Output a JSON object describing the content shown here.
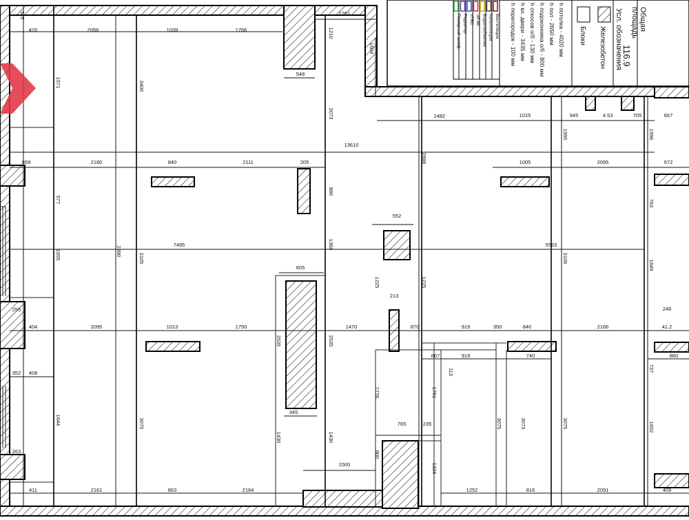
{
  "legend": {
    "area_header_1": "Общая",
    "area_header_2": "площадь",
    "area_value": "116.9",
    "symbols_header": "Усл. обозначения",
    "concrete_label": "Железобетон",
    "blocks_label": "Блоки",
    "notes": [
      "h потолка - 4020 мм",
      "h пол - 2650 мм",
      "h подоконника о/б - 800 мм",
      "h откосов о/б - 130 мм",
      "h вх. двери - 3435 мм",
      "h перегородок - 100 мм"
    ],
    "color_items": [
      {
        "label": "Вентиляция",
        "color": "#2a9d2a"
      },
      {
        "label": "Канализация",
        "color": "#6a2ca8"
      },
      {
        "label": "Водоснабжение",
        "color": "#1f4fd1"
      },
      {
        "label": "Эл-во",
        "color": "#d12a2a"
      },
      {
        "label": "УГВС",
        "color": "#c8a000"
      },
      {
        "label": "Радиатор",
        "color": "#444444"
      },
      {
        "label": "Пожарный шкаф",
        "color": "#b00000"
      }
    ]
  },
  "dimensions": [
    {
      "id": "d-345-top",
      "text": "345"
    },
    {
      "id": "d-420",
      "text": "420"
    },
    {
      "id": "d-2056",
      "text": "2056"
    },
    {
      "id": "d-1039",
      "text": "1039"
    },
    {
      "id": "d-1766",
      "text": "1766"
    },
    {
      "id": "d-1261",
      "text": "1261"
    },
    {
      "id": "d-548",
      "text": "548"
    },
    {
      "id": "d-1210",
      "text": "1210"
    },
    {
      "id": "d-1604",
      "text": "1604"
    },
    {
      "id": "d-3400",
      "text": "3400"
    },
    {
      "id": "d-1571",
      "text": "1571"
    },
    {
      "id": "d-2073",
      "text": "2073"
    },
    {
      "id": "d-2482",
      "text": "2482"
    },
    {
      "id": "d-1015",
      "text": "1015"
    },
    {
      "id": "d-945",
      "text": "945"
    },
    {
      "id": "d-453",
      "text": "4.53"
    },
    {
      "id": "d-705",
      "text": "705"
    },
    {
      "id": "d-667",
      "text": "667"
    },
    {
      "id": "d-13610",
      "text": "13610"
    },
    {
      "id": "d-1995",
      "text": "1995"
    },
    {
      "id": "d-1996",
      "text": "1996"
    },
    {
      "id": "d-659",
      "text": "659"
    },
    {
      "id": "d-2180",
      "text": "2180"
    },
    {
      "id": "d-840",
      "text": "840"
    },
    {
      "id": "d-2111",
      "text": "2111"
    },
    {
      "id": "d-205",
      "text": "205"
    },
    {
      "id": "d-2888",
      "text": "2888"
    },
    {
      "id": "d-1005",
      "text": "1005"
    },
    {
      "id": "d-2095-r",
      "text": "2095"
    },
    {
      "id": "d-672",
      "text": "672"
    },
    {
      "id": "d-577",
      "text": "577"
    },
    {
      "id": "d-880",
      "text": "880"
    },
    {
      "id": "d-763",
      "text": "763"
    },
    {
      "id": "d-552",
      "text": "552"
    },
    {
      "id": "d-7495",
      "text": "7495"
    },
    {
      "id": "d-5563",
      "text": "5563"
    },
    {
      "id": "d-1655",
      "text": "1655"
    },
    {
      "id": "d-2890",
      "text": "2890"
    },
    {
      "id": "d-3105-a",
      "text": "3105"
    },
    {
      "id": "d-1368",
      "text": "1368"
    },
    {
      "id": "d-3106",
      "text": "3106"
    },
    {
      "id": "d-1649",
      "text": "1649"
    },
    {
      "id": "d-605",
      "text": "605"
    },
    {
      "id": "d-1225-a",
      "text": "1225"
    },
    {
      "id": "d-1225-b",
      "text": "1225"
    },
    {
      "id": "d-213",
      "text": "213"
    },
    {
      "id": "d-255",
      "text": "255"
    },
    {
      "id": "d-404",
      "text": "404"
    },
    {
      "id": "d-2095",
      "text": "2095"
    },
    {
      "id": "d-1013",
      "text": "1013"
    },
    {
      "id": "d-1750",
      "text": "1750"
    },
    {
      "id": "d-1470",
      "text": "1470"
    },
    {
      "id": "d-870",
      "text": "870"
    },
    {
      "id": "d-919-a",
      "text": "919"
    },
    {
      "id": "d-350",
      "text": "350"
    },
    {
      "id": "d-840-b",
      "text": "840"
    },
    {
      "id": "d-2166",
      "text": "2166"
    },
    {
      "id": "d-412",
      "text": "41.2"
    },
    {
      "id": "d-248",
      "text": "248"
    },
    {
      "id": "d-2535-a",
      "text": "2535"
    },
    {
      "id": "d-2535-b",
      "text": "2535"
    },
    {
      "id": "d-667-b",
      "text": "667"
    },
    {
      "id": "d-919-b",
      "text": "919"
    },
    {
      "id": "d-740",
      "text": "740"
    },
    {
      "id": "d-860",
      "text": "860"
    },
    {
      "id": "d-352",
      "text": "352"
    },
    {
      "id": "d-408",
      "text": "408"
    },
    {
      "id": "d-737",
      "text": "737"
    },
    {
      "id": "d-1761",
      "text": "1761"
    },
    {
      "id": "d-1776",
      "text": "1776"
    },
    {
      "id": "d-113",
      "text": "113"
    },
    {
      "id": "d-345-b",
      "text": "345"
    },
    {
      "id": "d-1644",
      "text": "1644"
    },
    {
      "id": "d-3075-a",
      "text": "3075"
    },
    {
      "id": "d-765",
      "text": "765"
    },
    {
      "id": "d-235",
      "text": "235"
    },
    {
      "id": "d-3075-b",
      "text": "3075"
    },
    {
      "id": "d-3073",
      "text": "3073"
    },
    {
      "id": "d-3075-c",
      "text": "3075"
    },
    {
      "id": "d-1652",
      "text": "1652"
    },
    {
      "id": "d-263",
      "text": "263"
    },
    {
      "id": "d-1430-a",
      "text": "1430"
    },
    {
      "id": "d-1430-b",
      "text": "1430"
    },
    {
      "id": "d-800",
      "text": "800"
    },
    {
      "id": "d-1324",
      "text": "1324"
    },
    {
      "id": "d-1500",
      "text": "1500"
    },
    {
      "id": "d-411",
      "text": "411"
    },
    {
      "id": "d-2161",
      "text": "2161"
    },
    {
      "id": "d-863",
      "text": "863"
    },
    {
      "id": "d-2164",
      "text": "2164"
    },
    {
      "id": "d-1252",
      "text": "1252"
    },
    {
      "id": "d-816",
      "text": "816"
    },
    {
      "id": "d-2091",
      "text": "2091"
    },
    {
      "id": "d-409",
      "text": "409"
    }
  ],
  "marker": {
    "name": "direction-arrow",
    "color": "#e23a4a"
  }
}
